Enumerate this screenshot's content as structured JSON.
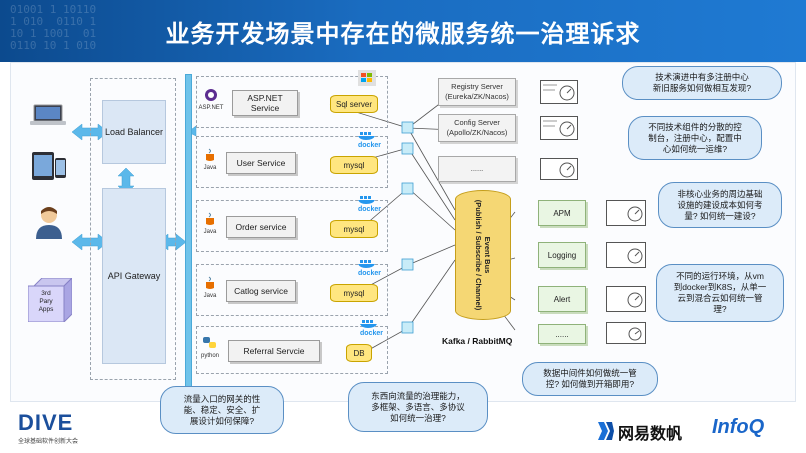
{
  "header": {
    "title": "业务开发场景中存在的微服务统一治理诉求",
    "digits": "01001 1 10110\n1 010  0110 1\n10 1 1001  01\n0110 10 1 010"
  },
  "gateway": {
    "load_balancer": "Load Balancer",
    "api_gateway": "API Gateway"
  },
  "clients": {
    "third_party": "3rd\nPary\nApps"
  },
  "services": [
    {
      "name": "ASP.NET\nService",
      "db": "Sql server",
      "tech": "ASP.NET"
    },
    {
      "name": "User Service",
      "db": "mysql",
      "tech": "Java"
    },
    {
      "name": "Order service",
      "db": "mysql",
      "tech": "Java"
    },
    {
      "name": "Catlog service",
      "db": "mysql",
      "tech": "Java"
    },
    {
      "name": "Referral Servcie",
      "db": "DB",
      "tech": "python"
    }
  ],
  "docker_label": "docker",
  "middleware": {
    "registry": "Registry Server\n(Eureka/ZK/Nacos)",
    "config": "Config Server\n(Apollo/ZK/Nacos)",
    "more": "......",
    "event_bus": "Event Bus\n(Publish / Subscribe / Channel)",
    "kafka": "Kafka / RabbitMQ",
    "apm": "APM",
    "logging": "Logging",
    "alert": "Alert",
    "more2": "......"
  },
  "bubbles": {
    "b1": "技术演进中有多注册中心\n新旧服务如何做相互发现?",
    "b2": "不同技术组件的分散的控\n制台，注册中心，配置中\n心如何统一运维?",
    "b3": "非核心业务的周边基础\n设施的建设成本如何考\n量? 如何统一建设?",
    "b4": "不同的运行环境，从vm\n到docker到K8S，从单一\n云到混合云如何统一管\n理?",
    "b5": "数据中间件如何做统一管\n控? 如何做到开箱即用?",
    "b6": "流量入口的网关的性\n能、稳定、安全、扩\n展设计如何保障?",
    "b7": "东西向流量的治理能力，\n多框架、多语言、多协议\n如何统一治理?"
  },
  "footer": {
    "dive": "DIVE",
    "dive_sub": "全球基础软件创新大会",
    "netease": "网易数帆",
    "infoq": "InfoQ"
  },
  "colors": {
    "header_blue": "#1a6cc0",
    "arrow_blue": "#5bb8ea",
    "db_yellow": "#ffe680",
    "bubble_fill": "#dcebf9",
    "green_box": "#e9f6e3"
  }
}
